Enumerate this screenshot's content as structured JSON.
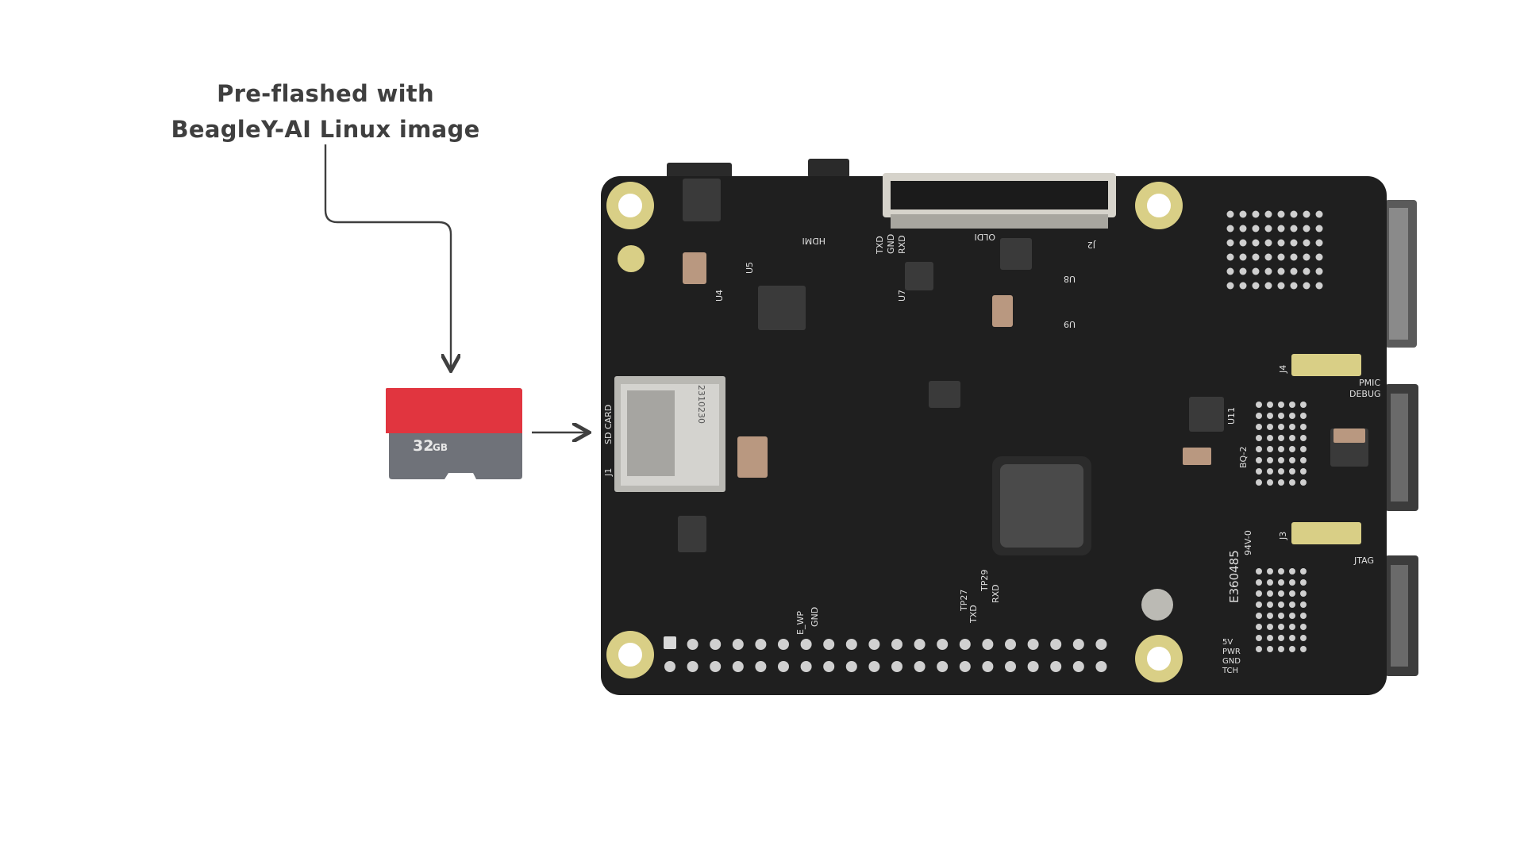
{
  "annotation": {
    "line1": "Pre-flashed with",
    "line2": "BeagleY-AI Linux image"
  },
  "sd_card": {
    "capacity": "32",
    "unit": "GB"
  },
  "board": {
    "labels": {
      "sd_card": "SD CARD",
      "j1": "J1",
      "hdmi": "HDMI",
      "txd": "TXD",
      "gnd": "GND",
      "rxd": "RXD",
      "oldi": "OLDI",
      "j2": "J2",
      "u4": "U4",
      "u5": "U5",
      "u7": "U7",
      "u8": "U8",
      "u9": "U9",
      "j4": "J4",
      "pmic": "PMIC",
      "debug": "DEBUG",
      "u11": "U11",
      "bq2": "BQ-2",
      "j3": "J3",
      "jtag": "JTAG",
      "part_no": "E360485",
      "rating": "94V-0",
      "e_wp": "E_WP",
      "gnd2": "GND",
      "tp27": "TP27",
      "tp29": "TP29",
      "txd2": "TXD",
      "rxd2": "RXD",
      "date": "2310230",
      "pwr_5v": "5V",
      "pwr": "PWR",
      "gnd3": "GND",
      "tch": "TCH"
    }
  },
  "colors": {
    "pcb": "#1f1f1f",
    "pad_gold": "#d9cf86",
    "card_red": "#e1353f",
    "card_grey": "#6f7279",
    "arrow": "#3f3f3f"
  }
}
